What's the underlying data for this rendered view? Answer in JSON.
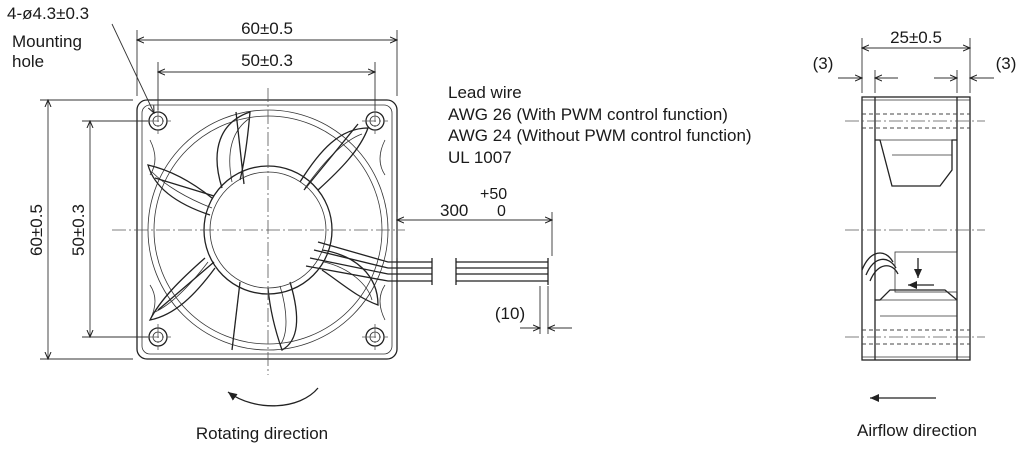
{
  "front_view": {
    "mounting_hole_label": "4-ø4.3±0.3",
    "mounting_hole_caption_1": "Mounting",
    "mounting_hole_caption_2": "hole",
    "width_outer": "60±0.5",
    "width_inner": "50±0.3",
    "height_outer": "60±0.5",
    "height_inner": "50±0.3",
    "rotating_direction": "Rotating direction"
  },
  "lead_wire": {
    "title": "Lead wire",
    "spec_1": "AWG 26 (With PWM control function)",
    "spec_2": "AWG 24 (Without PWM control function)",
    "spec_3": "UL 1007",
    "length": "300",
    "tol_plus": "+50",
    "tol_minus": "0",
    "strip_length": "(10)"
  },
  "side_view": {
    "depth": "25±0.5",
    "flange_left": "(3)",
    "flange_right": "(3)",
    "airflow_direction": "Airflow direction"
  }
}
